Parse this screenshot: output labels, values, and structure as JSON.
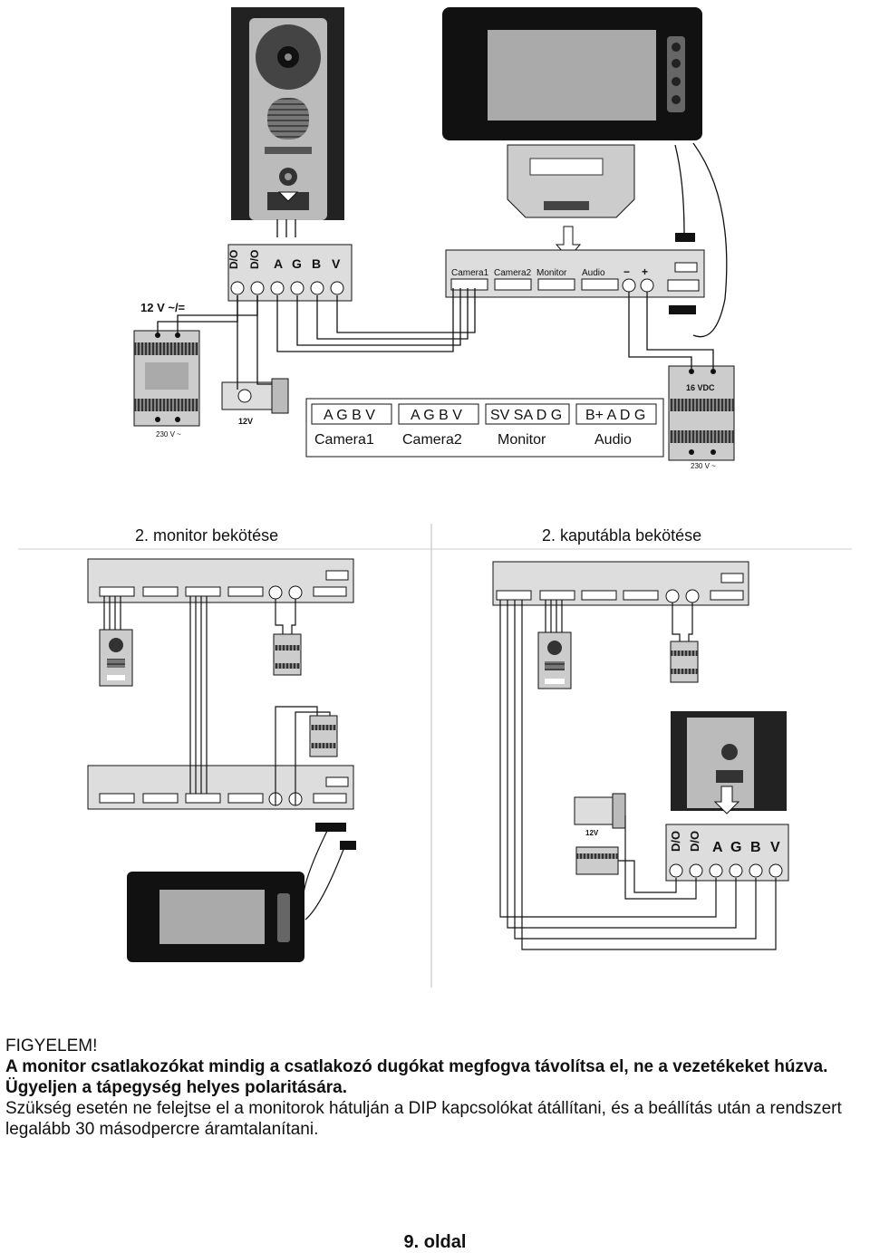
{
  "top_diagram": {
    "door_panel_terminals": [
      "D/O",
      "D/O",
      "A",
      "G",
      "B",
      "V"
    ],
    "psu_left_label": "12 V ~/=",
    "psu_left_bottom": "230 V ~",
    "lock_label": "12V",
    "monitor_bus_labels": [
      "Camera1",
      "Camera2",
      "Monitor",
      "Audio",
      "−",
      "+"
    ],
    "psu_right_label": "16 VDC",
    "psu_right_bottom": "230 V ~",
    "legend": [
      {
        "pins": "A G B V",
        "name": "Camera1"
      },
      {
        "pins": "A G B V",
        "name": "Camera2"
      },
      {
        "pins": "SV SA D G",
        "name": "Monitor"
      },
      {
        "pins": "B+ A D G",
        "name": "Audio"
      }
    ]
  },
  "captions": {
    "left": "2. monitor bekötése",
    "right": "2. kaputábla bekötése"
  },
  "bottom_right": {
    "terminals": [
      "D/O",
      "D/O",
      "A",
      "G",
      "B",
      "V"
    ],
    "lock_label": "12V"
  },
  "notice": {
    "heading": "FIGYELEM!",
    "bold_text": "A monitor csatlakozókat mindig a csatlakozó dugókat megfogva távolítsa el, ne a vezetékeket húzva. Ügyeljen a tápegység helyes polaritására.",
    "normal_text": "Szükség esetén ne felejtse el a monitorok hátulján a DIP kapcsolókat átállítani, és a beállítás után a rendszert legalább 30 másodpercre áramtalanítani."
  },
  "page_number": "9. oldal"
}
